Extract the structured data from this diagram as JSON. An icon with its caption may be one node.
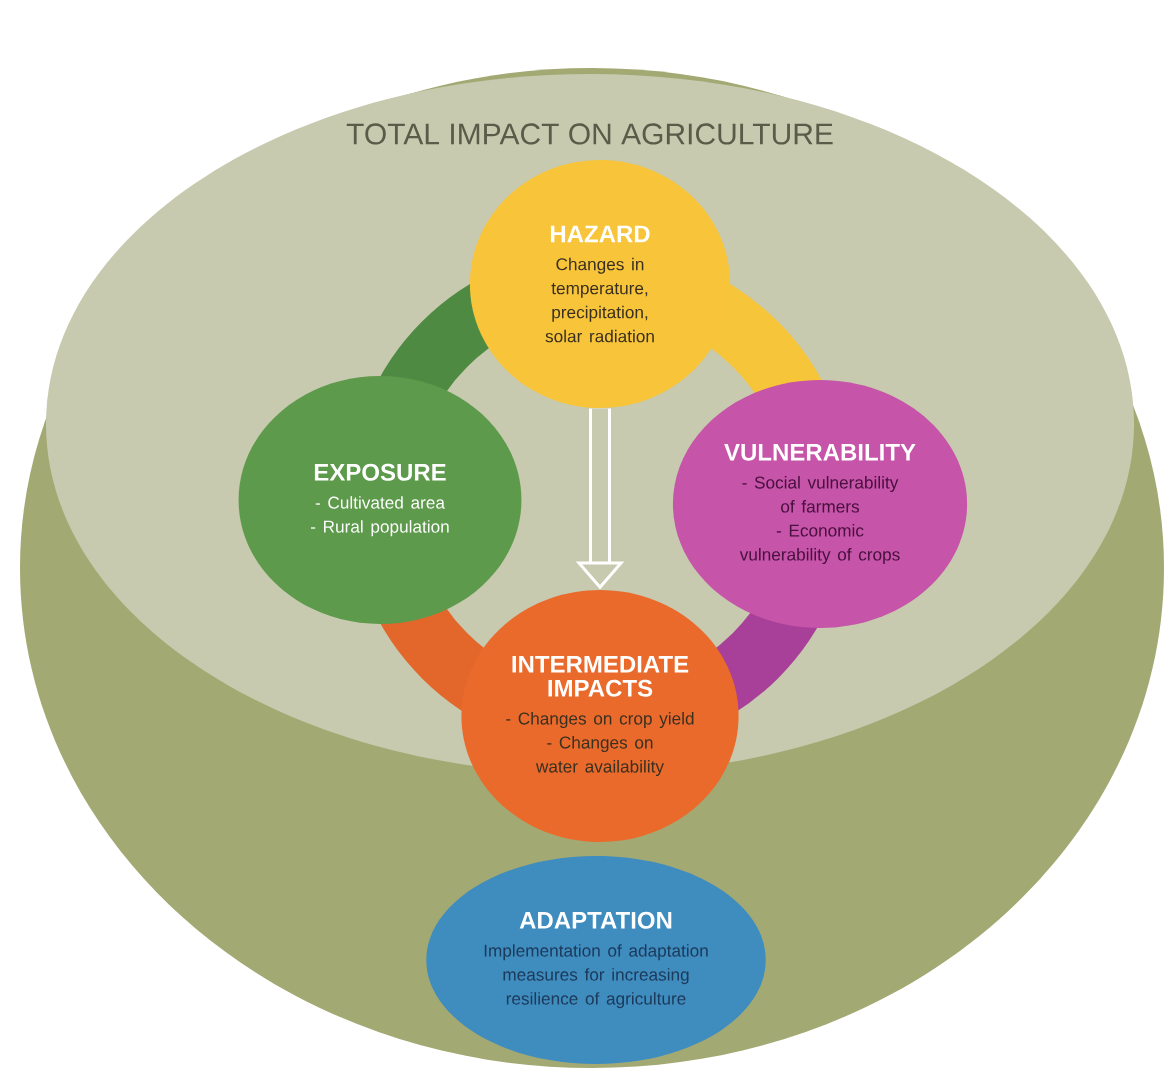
{
  "diagram": {
    "nodes": [
      {
        "text": [],
        "shape": "ellipse"
      },
      {
        "text": [
          "TOTAL IMPACT ON AGRICULTURE"
        ],
        "in": 0
      },
      {
        "text": [
          "HAZARD",
          "Changes in temperature, precipitation, solar radiation"
        ],
        "in": 1
      },
      {
        "text": [
          "EXPOSURE",
          "- Cultivated area",
          "- Rural population"
        ],
        "in": 1
      },
      {
        "text": [
          "VULNERABILITY",
          "- Social vulnerability of farmers",
          "- Economic vulnerability of crops"
        ],
        "in": 1
      },
      {
        "text": [
          "INTERMEDIATE IMPACTS",
          "- Changes on crop yield",
          "- Changes on water availability"
        ],
        "in": 0
      },
      {
        "text": [
          "ADAPTATION",
          "Implementation of adaptation measures for increasing resilience of agriculture"
        ],
        "in": 0
      }
    ],
    "edges": [
      {
        "from": 2,
        "to": 5,
        "arrow": "to"
      }
    ]
  }
}
